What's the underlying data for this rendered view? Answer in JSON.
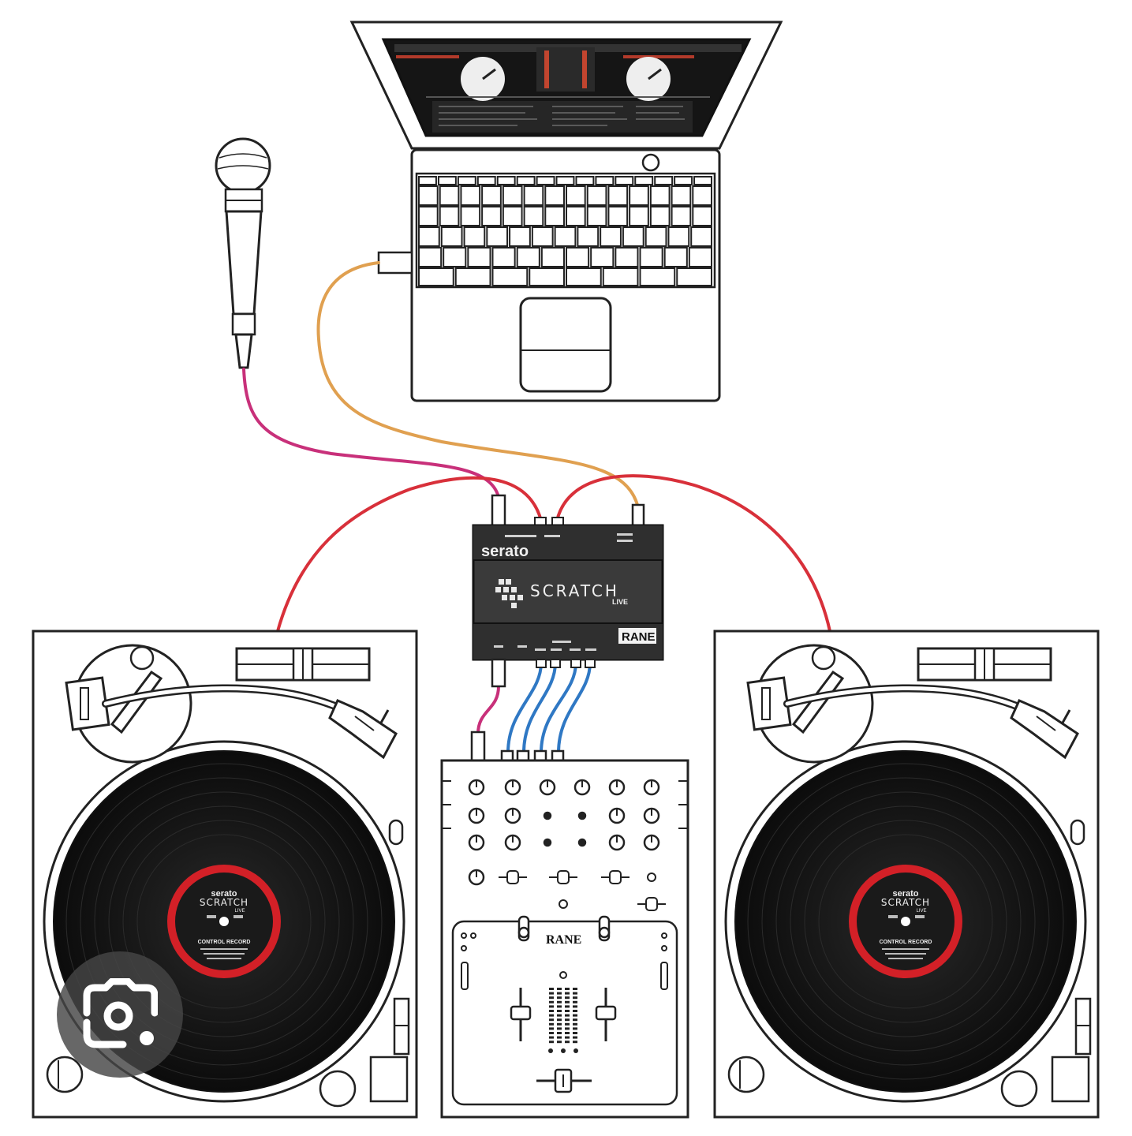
{
  "interface_box": {
    "brand": "serato",
    "title": "SCRATCH",
    "subtitle": "LIVE",
    "maker": "RANE"
  },
  "mixer": {
    "maker": "RANE"
  },
  "record": {
    "brand": "serato",
    "title": "SCRATCH",
    "subtitle": "LIVE",
    "label_line": "CONTROL RECORD"
  },
  "colors": {
    "usb_cable": "#e0a050",
    "mic_cable": "#c8307a",
    "rca_red": "#d8303a",
    "rca_blue": "#2f78c4",
    "record_label_ring": "#d32027",
    "vinyl": "#161616",
    "interface_body": "#3a3a3a"
  },
  "icons": {
    "lens_button": "google-lens-camera-icon"
  }
}
